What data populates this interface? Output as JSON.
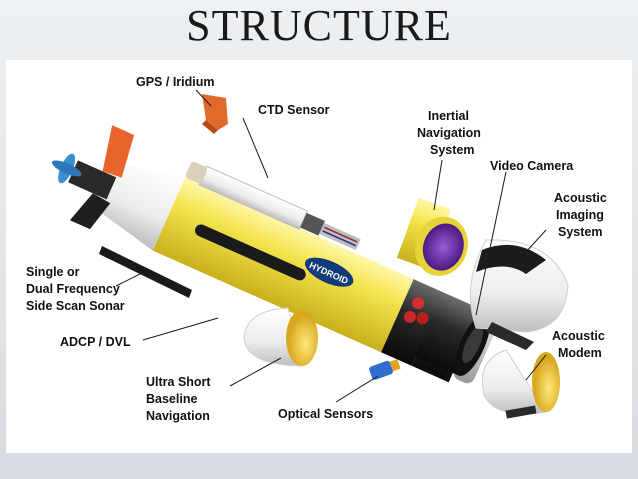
{
  "slide": {
    "title": "STRUCTURE"
  },
  "diagram": {
    "labels": {
      "gps_iridium": "GPS / Iridium",
      "ctd_sensor": "CTD Sensor",
      "inertial_nav": [
        "Inertial",
        "Navigation",
        "System"
      ],
      "video_camera": "Video Camera",
      "acoustic_imaging": [
        "Acoustic",
        "Imaging",
        "System"
      ],
      "side_scan_sonar": [
        "Single or",
        "Dual Frequency",
        "Side Scan Sonar"
      ],
      "adcp_dvl": "ADCP / DVL",
      "usbl": [
        "Ultra Short",
        "Baseline",
        "Navigation"
      ],
      "optical_sensors": "Optical Sensors",
      "acoustic_modem": [
        "Acoustic",
        "Modem"
      ]
    },
    "logo_text": "HYDROID",
    "colors": {
      "hull_yellow": "#f2e24a",
      "nose_white": "#f4f4f4",
      "fin_orange": "#e8642a",
      "propeller_blue": "#3a8fd0",
      "lens_purple": "#6a2aa0",
      "sensor_blue": "#2f6fd0",
      "gps_orange": "#e06a2a",
      "band_black": "#1a1a1a"
    }
  }
}
